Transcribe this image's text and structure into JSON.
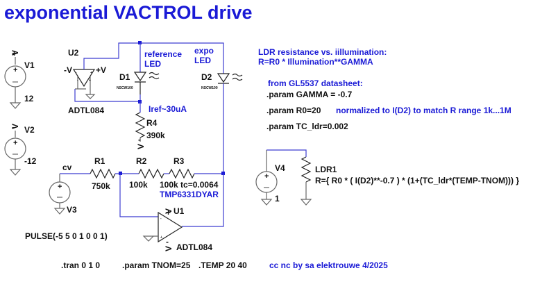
{
  "title": "exponential VACTROL drive",
  "sources": {
    "v1": {
      "name": "V1",
      "value": "12"
    },
    "v2": {
      "name": "V2",
      "value": "-12"
    },
    "v3": {
      "name": "V3",
      "value": "PULSE(-5 5 0 1 0 0 1)"
    },
    "v4": {
      "name": "V4",
      "value": "1"
    }
  },
  "supplies": {
    "plus_v": "+V",
    "minus_v": "-V",
    "plus_sign": "+",
    "minus_sign": "-",
    "plus_vert": "V"
  },
  "opamps": {
    "u2": {
      "name": "U2",
      "model": "ADTL084"
    },
    "u1": {
      "name": "U1",
      "model": "ADTL084"
    }
  },
  "diodes": {
    "d1": {
      "name": "D1",
      "model": "NSCW100",
      "label": "reference LED"
    },
    "d2": {
      "name": "D2",
      "model": "NSCW100",
      "label": "expo LED"
    }
  },
  "resistors": {
    "r1": {
      "name": "R1",
      "value": "750k"
    },
    "r2": {
      "name": "R2",
      "value": "100k"
    },
    "r3": {
      "name": "R3",
      "value": "100k tc=0.0064",
      "part": "TMP6331DYAR"
    },
    "r4": {
      "name": "R4",
      "value": "390k"
    }
  },
  "ldr": {
    "name": "LDR1",
    "value": "R={ R0 * ( I(D2)**-0.7 ) * (1+(TC_ldr*(TEMP-TNOM))) }"
  },
  "net_labels": {
    "cv": "cv",
    "iref": "Iref~30uA"
  },
  "notes": {
    "ldr_line1": "LDR resistance vs. iillumination:",
    "ldr_line2": "R=R0 * Illumination**GAMMA",
    "datasheet": "from GL5537 datasheet:",
    "param_gamma": ".param GAMMA = -0.7",
    "param_r0": ".param R0=20",
    "r0_comment": "normalized to I(D2) to match R range 1k...1M",
    "param_tc": ".param TC_ldr=0.002"
  },
  "footer": {
    "tran": ".tran 0 1 0",
    "tnom": ".param TNOM=25",
    "temp": ".TEMP 20 40",
    "credit": "cc nc by sa elektrouwe 4/2025"
  }
}
